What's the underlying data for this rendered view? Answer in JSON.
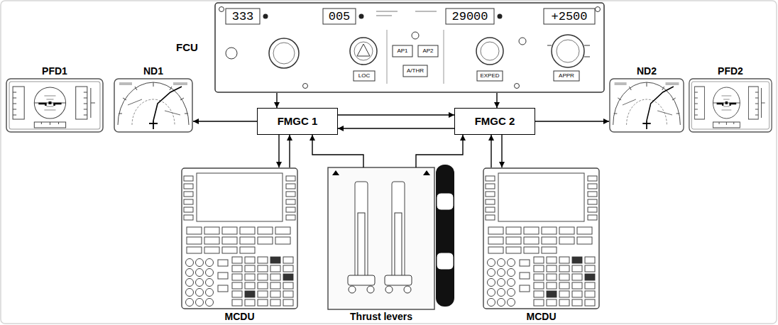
{
  "diagram": {
    "nodes": [
      {
        "text": [
          "FCU"
        ]
      },
      {
        "text": [
          "PFD1"
        ]
      },
      {
        "text": [
          "ND1"
        ]
      },
      {
        "text": [
          "FMGC 1"
        ]
      },
      {
        "text": [
          "FMGC 2"
        ]
      },
      {
        "text": [
          "ND2"
        ]
      },
      {
        "text": [
          "PFD2"
        ]
      },
      {
        "text": [
          "MCDU"
        ]
      },
      {
        "text": [
          "Thrust levers"
        ]
      },
      {
        "text": [
          "MCDU"
        ]
      }
    ],
    "edges": [
      {
        "from": 0,
        "to": 3,
        "arrow": "to"
      },
      {
        "from": 0,
        "to": 4,
        "arrow": "to"
      },
      {
        "from": 3,
        "to": 2,
        "arrow": "to"
      },
      {
        "from": 3,
        "to": 4,
        "arrow": "to"
      },
      {
        "from": 4,
        "to": 3,
        "arrow": "to"
      },
      {
        "from": 4,
        "to": 5,
        "arrow": "to"
      },
      {
        "from": 3,
        "to": 7,
        "arrow": "to"
      },
      {
        "from": 7,
        "to": 3,
        "arrow": "to"
      },
      {
        "from": 8,
        "to": 3,
        "arrow": "to"
      },
      {
        "from": 8,
        "to": 4,
        "arrow": "to"
      },
      {
        "from": 9,
        "to": 4,
        "arrow": "to"
      },
      {
        "from": 4,
        "to": 9,
        "arrow": "to"
      }
    ],
    "labels": [
      "333",
      "005",
      "29000",
      "+2500",
      "AP1",
      "AP2",
      "A/THR",
      "LOC",
      "EXPED",
      "APPR"
    ]
  }
}
